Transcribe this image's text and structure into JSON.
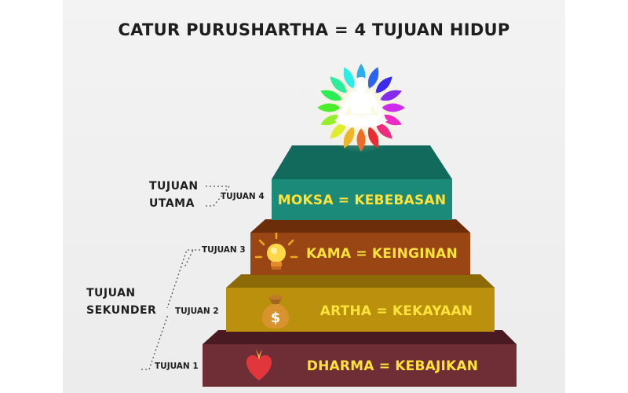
{
  "title": "CATUR PURUSHARTHA = 4 TUJUAN HIDUP",
  "steps": [
    {
      "label": "MOKSA = KEBEBASAN",
      "goal": "TUJUAN 4",
      "color": "#1c8a78",
      "icon": "meditation-lotus-icon"
    },
    {
      "label": "KAMA = KEINGINAN",
      "goal": "TUJUAN 3",
      "color": "#9a4614",
      "icon": "lightbulb-icon"
    },
    {
      "label": "ARTHA = KEKAYAAN",
      "goal": "TUJUAN 2",
      "color": "#bb900d",
      "icon": "money-bag-icon"
    },
    {
      "label": "DHARMA = KEBAJIKAN",
      "goal": "TUJUAN 1",
      "color": "#6f2e35",
      "icon": "heart-icon"
    }
  ],
  "groups": {
    "primary": {
      "line1": "TUJUAN",
      "line2": "UTAMA"
    },
    "secondary": {
      "line1": "TUJUAN",
      "line2": "SEKUNDER"
    }
  }
}
